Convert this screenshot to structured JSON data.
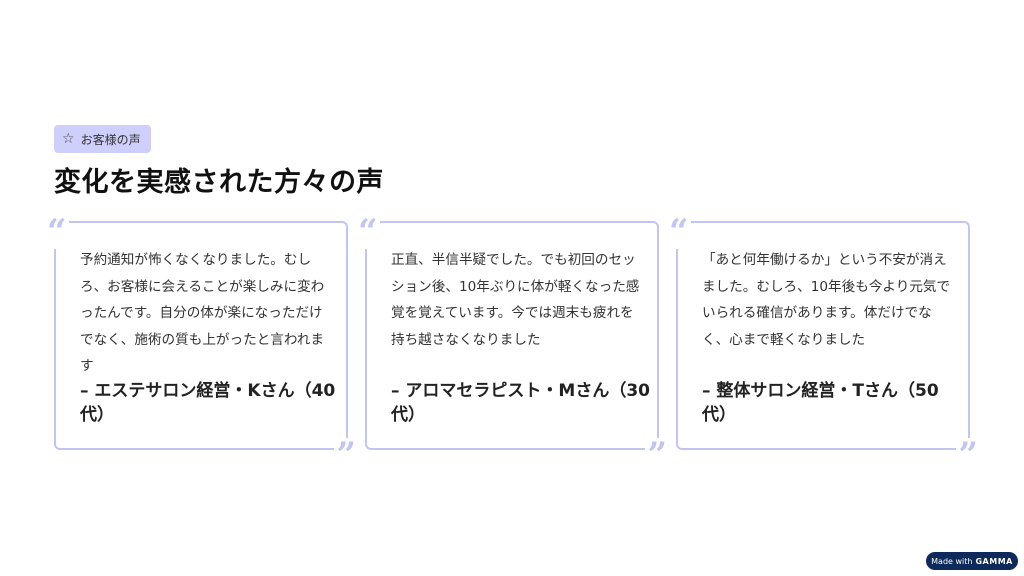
{
  "badge": {
    "icon": "star-icon",
    "label": "お客様の声"
  },
  "title": "変化を実感された方々の声",
  "testimonials": [
    {
      "quote": "予約通知が怖くなくなりました。むしろ、お客様に会えることが楽しみに変わったんです。自分の体が楽になっただけでなく、施術の質も上がったと言われます",
      "author": "– エステサロン経営・Kさん（40代）"
    },
    {
      "quote": "正直、半信半疑でした。でも初回のセッション後、10年ぶりに体が軽くなった感覚を覚えています。今では週末も疲れを持ち越さなくなりました",
      "author": "– アロマセラピスト・Mさん（30代）"
    },
    {
      "quote": "「あと何年働けるか」という不安が消えました。むしろ、10年後も今より元気でいられる確信があります。体だけでなく、心まで軽くなりました",
      "author": "– 整体サロン経営・Tさん（50代）"
    }
  ],
  "footer": {
    "made_with": "Made with",
    "brand": "GAMMA"
  },
  "colors": {
    "accent": "#c4c4f2",
    "badge_bg": "#cfcffb",
    "footer_bg": "#0d2a5a"
  }
}
